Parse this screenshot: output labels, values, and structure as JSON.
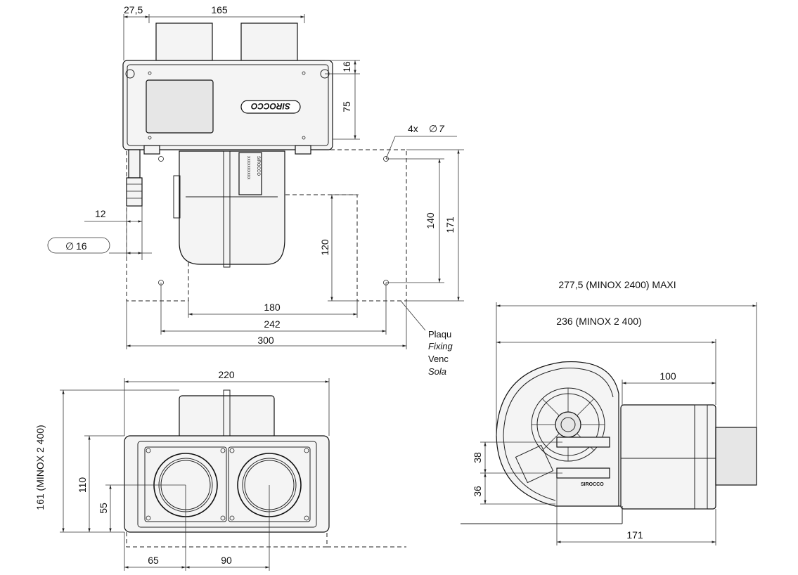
{
  "brand_logo": "SIROCCO",
  "label_small": "SIROCCO",
  "label_code": "XXXXXXXXXX",
  "top_view": {
    "dim_27_5": "27,5",
    "dim_165": "165",
    "dim_16": "16",
    "dim_75": "75",
    "holes_note": "4x",
    "holes_dia": "7",
    "dim_12": "12",
    "dim_phi16": "16",
    "dim_140": "140",
    "dim_171": "171",
    "dim_120": "120",
    "dim_180": "180",
    "dim_242": "242",
    "dim_300": "300",
    "plate_note": [
      "Plaqu",
      "Fixing",
      "Venc",
      "Sola"
    ]
  },
  "front_view": {
    "dim_220": "220",
    "dim_161": "161 (MINOX 2 400)",
    "dim_110": "110",
    "dim_55": "55",
    "dim_65": "65",
    "dim_90": "90"
  },
  "side_view": {
    "dim_277_5": "277,5 (MINOX 2400) MAXI",
    "dim_236": "236 (MINOX 2 400)",
    "dim_100": "100",
    "dim_38": "38",
    "dim_36": "36",
    "dim_171": "171"
  }
}
